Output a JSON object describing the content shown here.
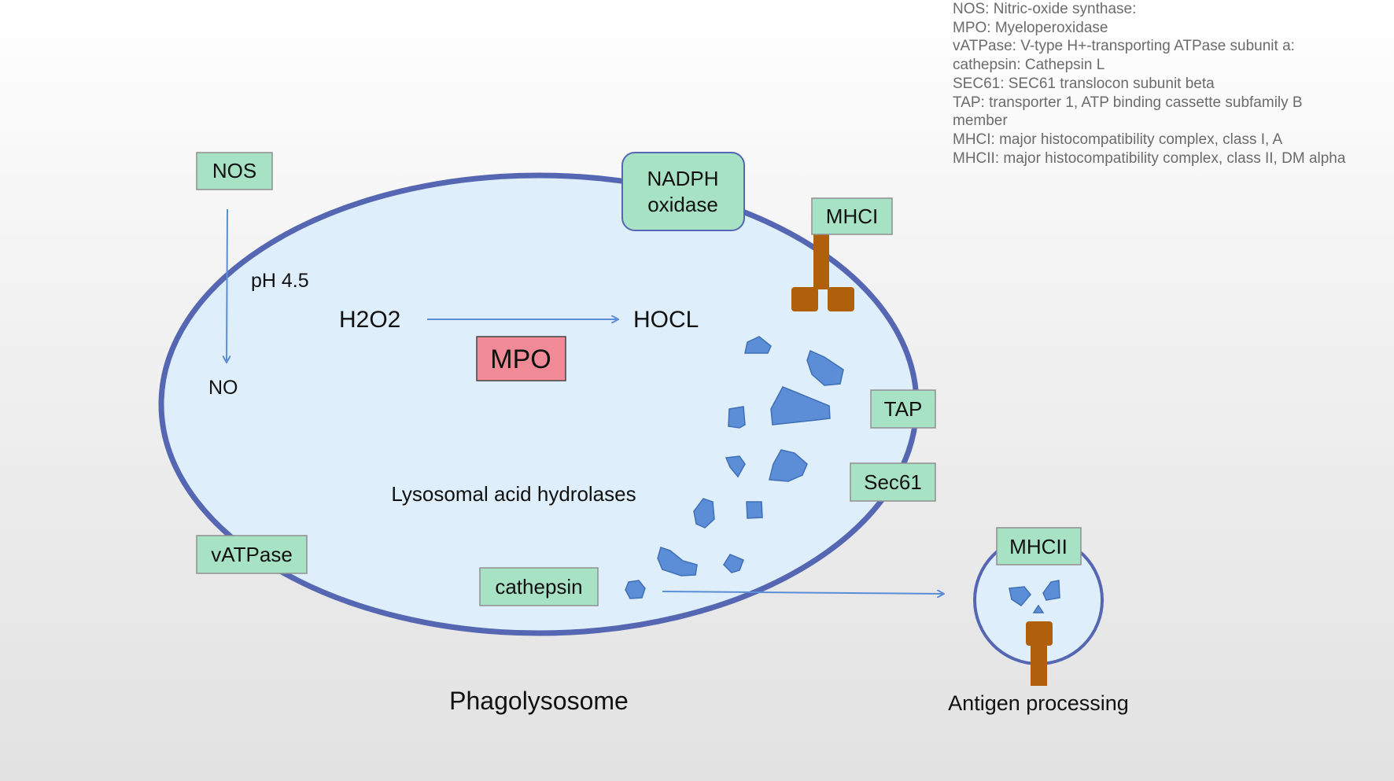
{
  "legend": [
    "NOS: Nitric-oxide synthase:",
    "MPO: Myeloperoxidase",
    "vATPase: V-type H+-transporting ATPase subunit a:",
    "cathepsin: Cathepsin L",
    "SEC61: SEC61 translocon subunit beta",
    "TAP: transporter 1, ATP binding cassette subfamily B",
    "member",
    "MHCI: major histocompatibility complex, class I, A",
    "MHCII: major histocompatibility complex, class II, DM alpha"
  ],
  "boxes": {
    "nos": "NOS",
    "nadph_line1": "NADPH",
    "nadph_line2": "oxidase",
    "mhci": "MHCI",
    "mpo": "MPO",
    "tap": "TAP",
    "sec61": "Sec61",
    "vatpase": "vATPase",
    "cathepsin": "cathepsin",
    "mhcii": "MHCII"
  },
  "labels": {
    "ph": "pH 4.5",
    "h2o2": "H2O2",
    "hocl": "HOCL",
    "no": "NO",
    "hydrolases": "Lysosomal acid hydrolases",
    "phagolysosome": "Phagolysosome",
    "antigen_processing": "Antigen processing"
  },
  "colors": {
    "membrane": "#5566b3",
    "lumen": "#deeefa",
    "green_box": "#a8e2c4",
    "mpo_box": "#f08a96",
    "arrow": "#5b8ed6",
    "fragment": "#5b8ed6",
    "mhc_brown": "#b0600b"
  }
}
